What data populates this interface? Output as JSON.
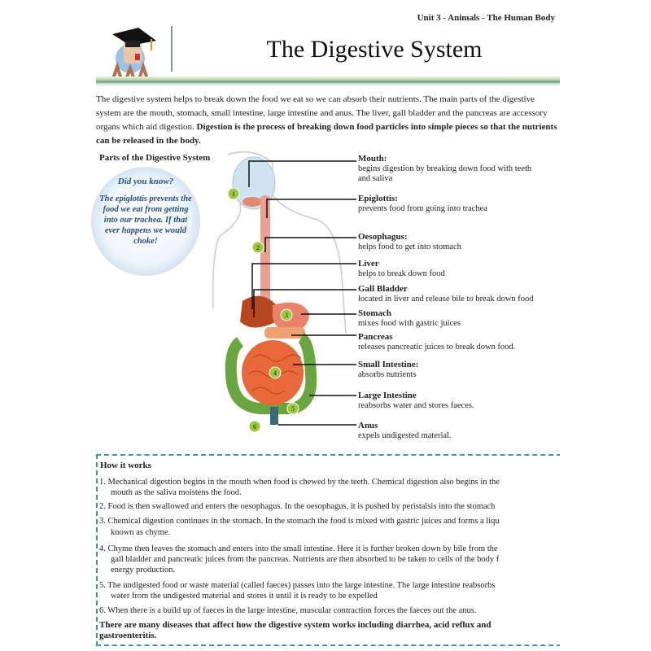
{
  "header": {
    "unit": "Unit 3 - Animals - The Human Body",
    "title": "The Digestive System"
  },
  "intro": {
    "normal": "The digestive system helps to break down the food we eat so we can absorb their nutrients. The main parts of the digestive system are the mouth, stomach, small intestine, large intestine and anus. The liver, gall bladder and the pancreas are accessory organs which aid digestion. ",
    "bold": "Digestion is the process of breaking down food particles into simple pieces so that the nutrients can be released in the body."
  },
  "diagram": {
    "title": "Parts of the Digestive System",
    "did_you_know": {
      "heading": "Did you know?",
      "text": "The epiglottis prevents the food we eat from getting into our trachea. If that ever happens we would choke!"
    },
    "markers": [
      "1",
      "2",
      "3",
      "4",
      "5",
      "6"
    ],
    "labels": [
      {
        "name": "Mouth:",
        "desc": "begins digestion by breaking down food with teeth",
        "desc2": "and saliva"
      },
      {
        "name": "Epiglottis:",
        "desc": "prevents food from going into trachea"
      },
      {
        "name": "Oesophagus:",
        "desc": "helps food to get into stomach"
      },
      {
        "name": "Liver",
        "desc": "helps to break down food"
      },
      {
        "name": "Gall Bladder",
        "desc": "located in liver and release bile to break down food"
      },
      {
        "name": "Stomach",
        "desc": "mixes food with gastric juices"
      },
      {
        "name": "Pancreas",
        "desc": "releases pancreatic juices to break down food."
      },
      {
        "name": "Small Intestine:",
        "desc": "absorbs nutrients"
      },
      {
        "name": "Large Intestine",
        "desc": "reabsorbs water and stores faeces."
      },
      {
        "name": "Anus",
        "desc": "expels undigested material."
      }
    ]
  },
  "how_it_works": {
    "title": "How it works",
    "lines": [
      "1. Mechanical digestion begins in the mouth when food is chewed by the teeth. Chemical digestion also begins in the",
      "mouth as the saliva  moistens the food.",
      "2. Food is then swallowed and enters the oesophagus. In the oesophagus, it is pushed by peristalsis into the stomach",
      "3. Chemical digestion continues in the stomach.  In the stomach the food is mixed with gastric juices and forms a liqu",
      "known as chyme.",
      "4. Chyme then leaves the stomach and enters into the small intestine. Here it is further broken down by bile from the",
      "gall bladder and pancreatic juices from the pancreas. Nutrients are then absorbed to be taken to cells of the body f",
      "energy production.",
      "5. The undigested food or waste material (called faeces) passes into the large intestine. The large intestine reabsorbs",
      "water from the undigested material and stores it until it is ready to be expelled",
      "6. When there is a build up of faeces in the large intestine, muscular contraction forces the faeces out the anus."
    ],
    "diseases_1": "There are many diseases  that affect how the digestive system works including diarrhea, acid reflux and",
    "diseases_2": "gastroenteritis."
  },
  "colors": {
    "accent": "#3c8fb5",
    "bubble_text": "#2a4d7a",
    "marker": "#9bc83c"
  }
}
